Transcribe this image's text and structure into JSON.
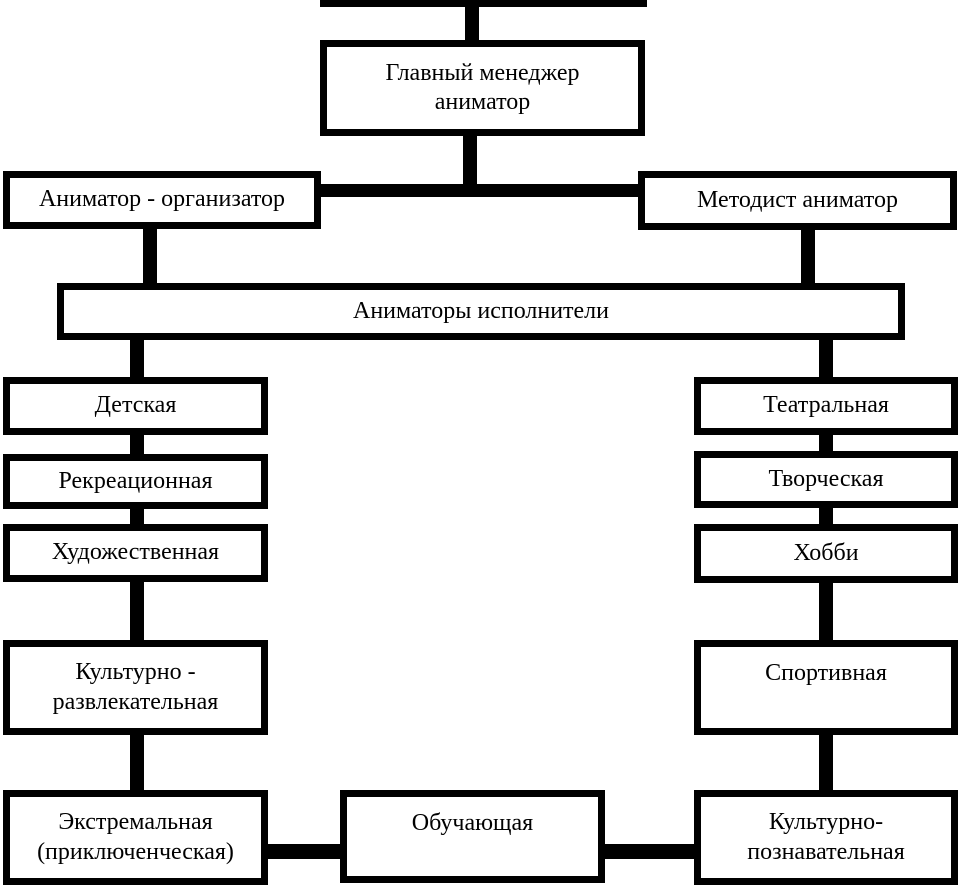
{
  "diagram": {
    "type": "org-chart",
    "language": "ru",
    "background_color": "#ffffff",
    "line_color": "#000000",
    "text_color": "#000000",
    "nodes": {
      "main_manager": {
        "label": "Главный менеджер\nаниматор"
      },
      "organizer": {
        "label": "Аниматор - организатор"
      },
      "methodist": {
        "label": "Методист аниматор"
      },
      "performers": {
        "label": "Аниматоры исполнители"
      },
      "children": {
        "label": "Детская"
      },
      "recreational": {
        "label": "Рекреационная"
      },
      "artistic": {
        "label": "Художественная"
      },
      "cultural_entertainment": {
        "label": "Культурно -\nразвлекательная"
      },
      "extreme": {
        "label": "Экстремальная\n(приключенческая)"
      },
      "theatrical": {
        "label": "Театральная"
      },
      "creative": {
        "label": "Творческая"
      },
      "hobby": {
        "label": "Хобби"
      },
      "sports": {
        "label": "Спортивная"
      },
      "cultural_educational": {
        "label": "Культурно-\nпознавательная"
      },
      "educational": {
        "label": "Обучающая"
      }
    }
  }
}
